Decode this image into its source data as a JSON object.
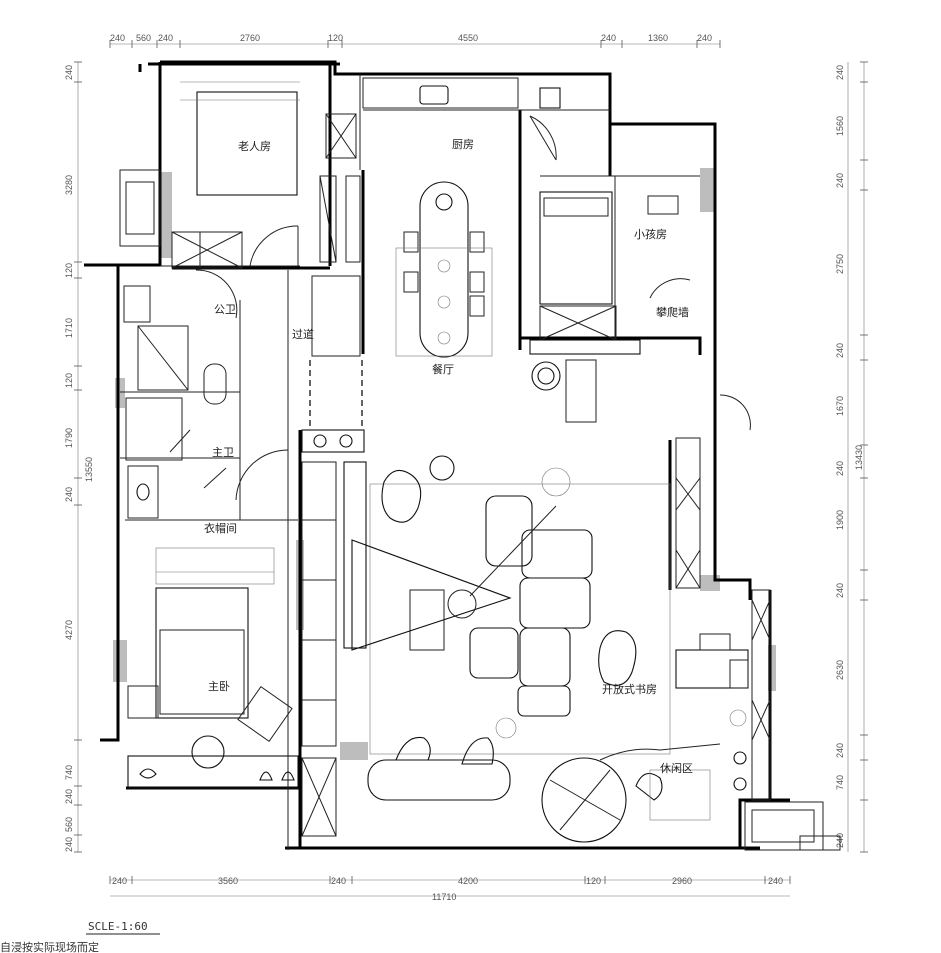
{
  "dimensions": {
    "top": [
      "240",
      "560",
      "240",
      "2760",
      "120",
      "4550",
      "240",
      "1360",
      "240"
    ],
    "bottom": [
      "240",
      "3560",
      "240",
      "4200",
      "120",
      "2960",
      "240"
    ],
    "bottom_total": "11710",
    "left": [
      "240",
      "3280",
      "120",
      "1710",
      "120",
      "1790",
      "240",
      "4270",
      "740",
      "240",
      "560",
      "240"
    ],
    "left_total": "13550",
    "right": [
      "240",
      "1560",
      "240",
      "2750",
      "240",
      "1670",
      "240",
      "1900",
      "240",
      "2630",
      "240",
      "740",
      "240"
    ],
    "right_total": "13430"
  },
  "rooms": {
    "elder_room": "老人房",
    "kitchen": "厨房",
    "child_room": "小孩房",
    "climbing_wall": "攀爬墙",
    "dining": "餐厅",
    "public_bath": "公卫",
    "corridor": "过道",
    "master_bath": "主卫",
    "closet": "衣帽间",
    "master_bedroom": "主卧",
    "study": "开放式书房",
    "leisure": "休闲区"
  },
  "scale_label": "SCLE-1:60",
  "footer_note": "自浸按实际现场而定",
  "colors": {
    "wall": "#000000",
    "column_fill": "#bdbdbd",
    "background": "#ffffff"
  }
}
